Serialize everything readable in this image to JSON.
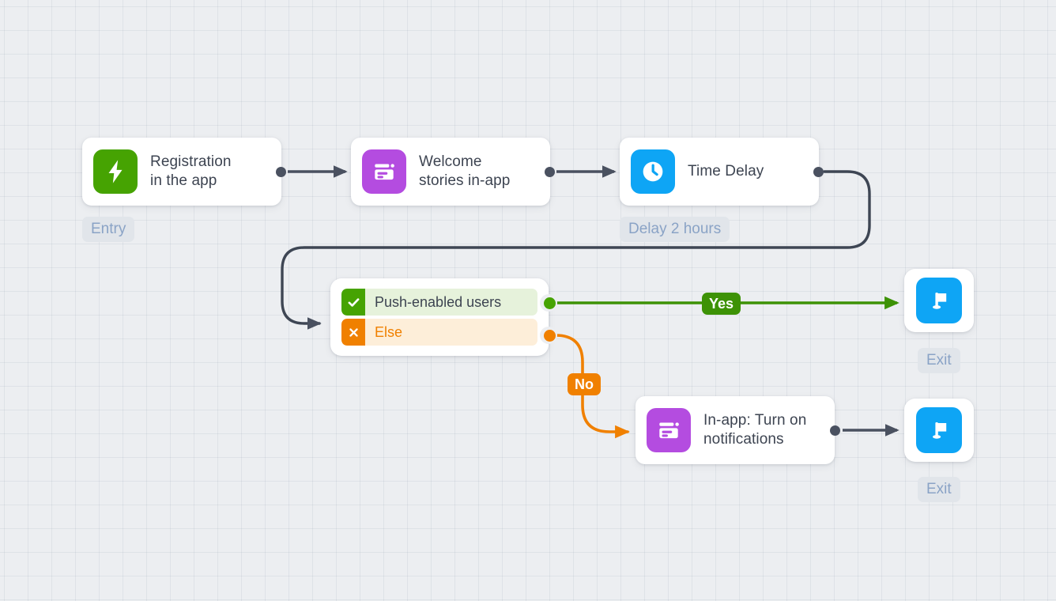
{
  "canvas": {
    "background_color": "#eceef1",
    "grid": true,
    "grid_spacing": 30
  },
  "palette": {
    "green": "#46a302",
    "green_dark": "#3d9206",
    "purple": "#b44ce0",
    "blue": "#0ea5f5",
    "orange": "#f08000",
    "edge_gray": "#4a5160",
    "chip_text": "#8aa3c6",
    "chip_bg": "#e1e5ea",
    "node_text": "#3d4451"
  },
  "nodes": [
    {
      "id": "entry",
      "type": "trigger",
      "title": "Registration\nin the app",
      "icon": "bolt-icon",
      "icon_color": "#46a302",
      "caption": "Entry"
    },
    {
      "id": "welcome",
      "type": "in-app",
      "title": "Welcome\nstories in-app",
      "icon": "in-app-message-icon",
      "icon_color": "#b44ce0",
      "caption": ""
    },
    {
      "id": "delay",
      "type": "delay",
      "title": "Time Delay",
      "icon": "clock-icon",
      "icon_color": "#0ea5f5",
      "caption": "Delay 2 hours"
    },
    {
      "id": "condition",
      "type": "condition",
      "branches": [
        {
          "id": "yes",
          "label": "Push-enabled users",
          "badge": "check-icon",
          "color": "#46a302"
        },
        {
          "id": "no",
          "label": "Else",
          "badge": "cross-icon",
          "color": "#f08000"
        }
      ]
    },
    {
      "id": "inapp-turn-on",
      "type": "in-app",
      "title": "In-app: Turn on\nnotifications",
      "icon": "in-app-message-icon",
      "icon_color": "#b44ce0",
      "caption": ""
    },
    {
      "id": "exit-top",
      "type": "exit",
      "icon": "flag-icon",
      "icon_color": "#0ea5f5",
      "caption": "Exit"
    },
    {
      "id": "exit-bottom",
      "type": "exit",
      "icon": "flag-icon",
      "icon_color": "#0ea5f5",
      "caption": "Exit"
    }
  ],
  "edges": [
    {
      "id": "e1",
      "from": "entry",
      "to": "welcome",
      "label": "",
      "color": "#4a5160"
    },
    {
      "id": "e2",
      "from": "welcome",
      "to": "delay",
      "label": "",
      "color": "#4a5160"
    },
    {
      "id": "e3",
      "from": "delay",
      "to": "condition",
      "label": "",
      "color": "#4a5160"
    },
    {
      "id": "e4",
      "from": "condition.yes",
      "to": "exit-top",
      "label": "Yes",
      "color": "#3d9206"
    },
    {
      "id": "e5",
      "from": "condition.no",
      "to": "inapp-turn-on",
      "label": "No",
      "color": "#f08000"
    },
    {
      "id": "e6",
      "from": "inapp-turn-on",
      "to": "exit-bottom",
      "label": "",
      "color": "#4a5160"
    }
  ],
  "labels": {
    "entry_caption": "Entry",
    "delay_caption": "Delay 2 hours",
    "exit_caption_top": "Exit",
    "exit_caption_bottom": "Exit",
    "yes": "Yes",
    "no": "No",
    "node1_title": "Registration\nin the app",
    "node2_title": "Welcome\nstories in-app",
    "node3_title": "Time Delay",
    "node4_title": "In-app: Turn on\nnotifications",
    "cond_yes_label": "Push-enabled users",
    "cond_no_label": "Else"
  }
}
